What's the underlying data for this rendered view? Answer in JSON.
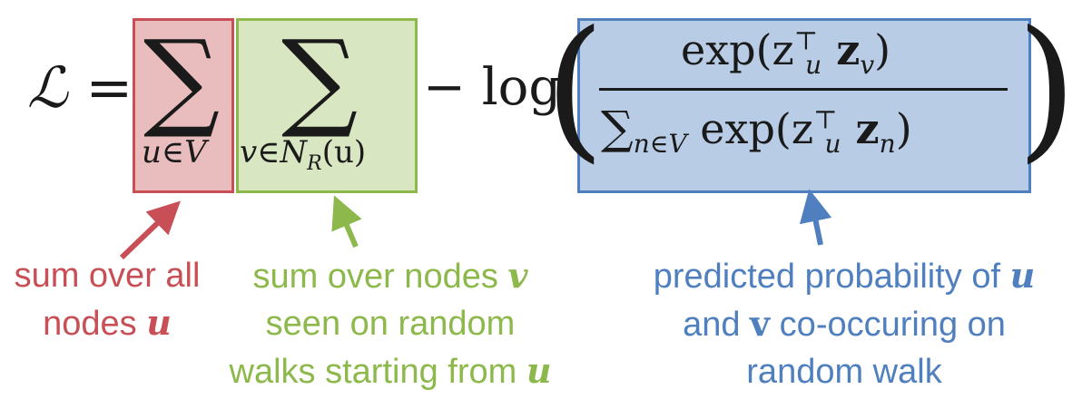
{
  "colors": {
    "red": "#c84f55",
    "red_fill": "#e9bdbd",
    "green": "#8db84b",
    "green_fill": "#d9e6c2",
    "blue": "#4f7fbe",
    "blue_fill": "#b8cce6",
    "ink": "#1a1a1a"
  },
  "equation": {
    "lhs": "ℒ =",
    "sum_symbol": "∑",
    "sum1_sub": "u∈V",
    "sum2_sub_v": "v∈N",
    "sum2_sub_r": "R",
    "sum2_sub_u": "(u)",
    "minus_log": "− log",
    "paren_open": "(",
    "paren_close": ")",
    "numerator": "exp(z",
    "num_sup": "⊤",
    "num_sub_u": "u",
    "num_z": " z",
    "num_sub_v": "v",
    "num_close": ")",
    "den_sum": "∑",
    "den_sum_sub": "n∈V",
    "den_exp": " exp(z",
    "den_sup": "⊤",
    "den_sub_u": "u",
    "den_z": " z",
    "den_sub_n": "n",
    "den_close": ")"
  },
  "captions": {
    "red": {
      "line1": "sum over all",
      "line2_text": "nodes ",
      "line2_var": "u"
    },
    "green": {
      "line1_text": "sum over nodes ",
      "line1_var": "v",
      "line2": "seen on random",
      "line3_text": "walks starting from ",
      "line3_var": "u"
    },
    "blue": {
      "line1_text": "predicted probability of ",
      "line1_var": "u",
      "line2_text_a": "and ",
      "line2_var": "v",
      "line2_text_b": " co-occuring on",
      "line3": "random walk"
    }
  }
}
